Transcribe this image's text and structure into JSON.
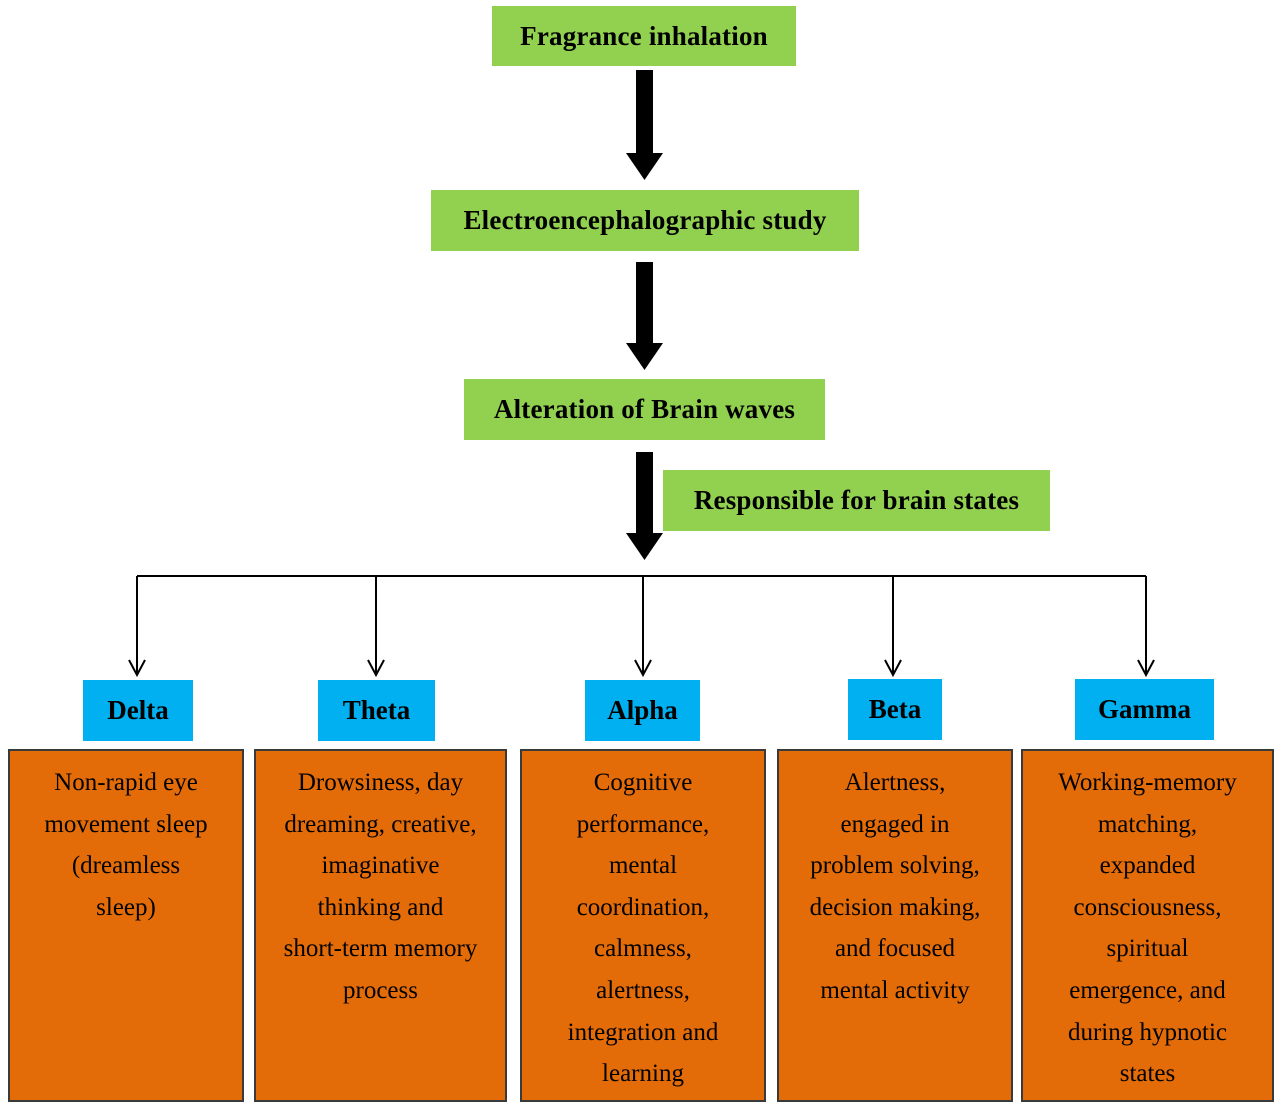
{
  "colors": {
    "process_box": "#92d050",
    "wave_label": "#00b0f0",
    "description_box": "#e36c09",
    "arrow": "#000000"
  },
  "flow": {
    "step1": "Fragrance inhalation",
    "step2": "Electroencephalographic study",
    "step3": "Alteration of Brain waves",
    "side_note": "Responsible for brain states"
  },
  "waves": [
    {
      "name": "Delta",
      "description_lines": [
        "Non-rapid eye",
        "movement sleep",
        "(dreamless",
        "sleep)"
      ]
    },
    {
      "name": "Theta",
      "description_lines": [
        "Drowsiness, day",
        "dreaming, creative,",
        "imaginative",
        "thinking and",
        "short-term memory",
        "process"
      ]
    },
    {
      "name": "Alpha",
      "description_lines": [
        "Cognitive",
        "performance,",
        "mental",
        "coordination,",
        "calmness,",
        "alertness,",
        "integration and",
        "learning"
      ]
    },
    {
      "name": "Beta",
      "description_lines": [
        "Alertness,",
        "engaged in",
        "problem solving,",
        "decision making,",
        "and focused",
        "mental activity"
      ]
    },
    {
      "name": "Gamma",
      "description_lines": [
        "Working-memory",
        "matching,",
        "expanded",
        "consciousness,",
        "spiritual",
        "emergence, and",
        "during hypnotic",
        "states"
      ]
    }
  ]
}
